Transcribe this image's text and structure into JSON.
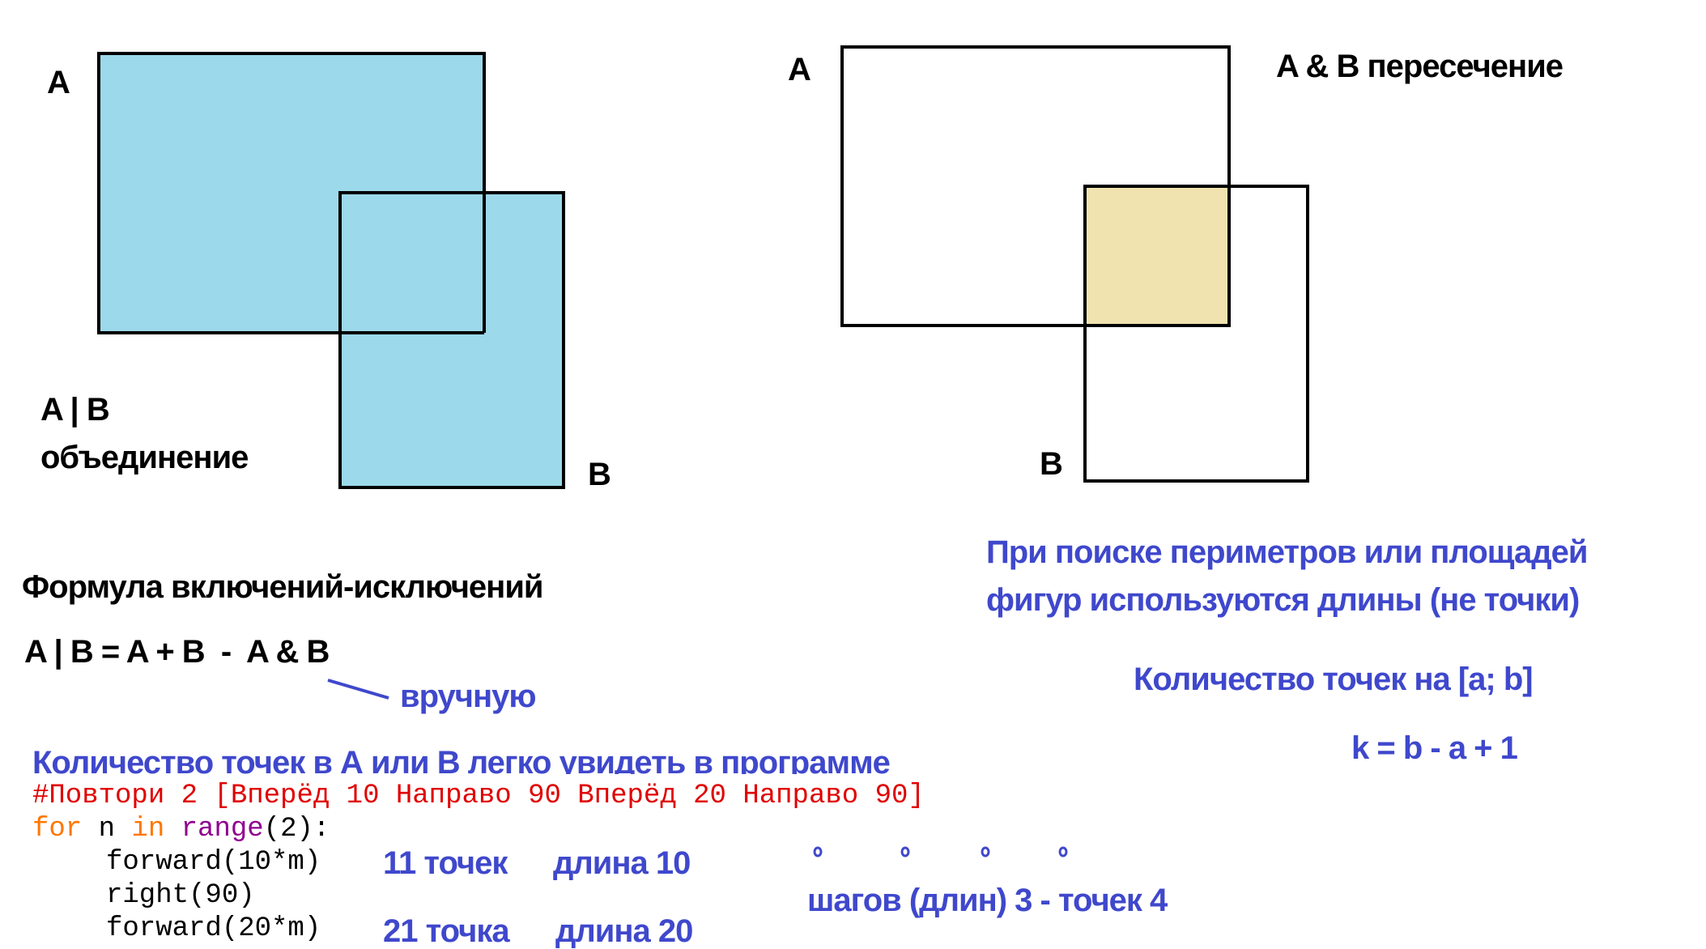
{
  "colors": {
    "union_fill": "#9cd9ea",
    "intersection_fill": "#f0e3b0",
    "blue_text": "#3f48cc",
    "comment": "#e00000",
    "keyword": "#ff7700",
    "builtin": "#900090"
  },
  "union": {
    "label_a": "A",
    "label_b": "B",
    "title": "A | B",
    "subtitle": "объединение"
  },
  "intersection": {
    "label_a": "A",
    "label_b": "B",
    "title": "A & B пересечение"
  },
  "formula": {
    "title": "Формула включений-исключений",
    "expression": "A | B = A + B  -  A & B",
    "note": "вручную"
  },
  "notes": {
    "perimeter_line1": "При поиске периметров или  площадей",
    "perimeter_line2": "фигур используются длины (не точки)",
    "count_title": "Количество точек на [a; b]",
    "count_formula": "k = b - a + 1",
    "program_note": "Количество точек в А или В легко увидеть в программе",
    "steps": "шагов (длин) 3 - точек 4"
  },
  "code": {
    "comment": "#Повтори 2 [Вперёд 10 Направо 90 Вперёд 20 Направо 90]",
    "for_kw": "for",
    "var": " n ",
    "in_kw": "in",
    "range_fn": " range",
    "range_args": "(2):",
    "line1": "forward(10*m)",
    "line2": "right(90)",
    "line3": "forward(20*m)"
  },
  "annotations": {
    "a1_points": "11 точек",
    "a1_length": "длина 10",
    "a2_points": "21 точка",
    "a2_length": "длина 20"
  },
  "dots_count": 4
}
